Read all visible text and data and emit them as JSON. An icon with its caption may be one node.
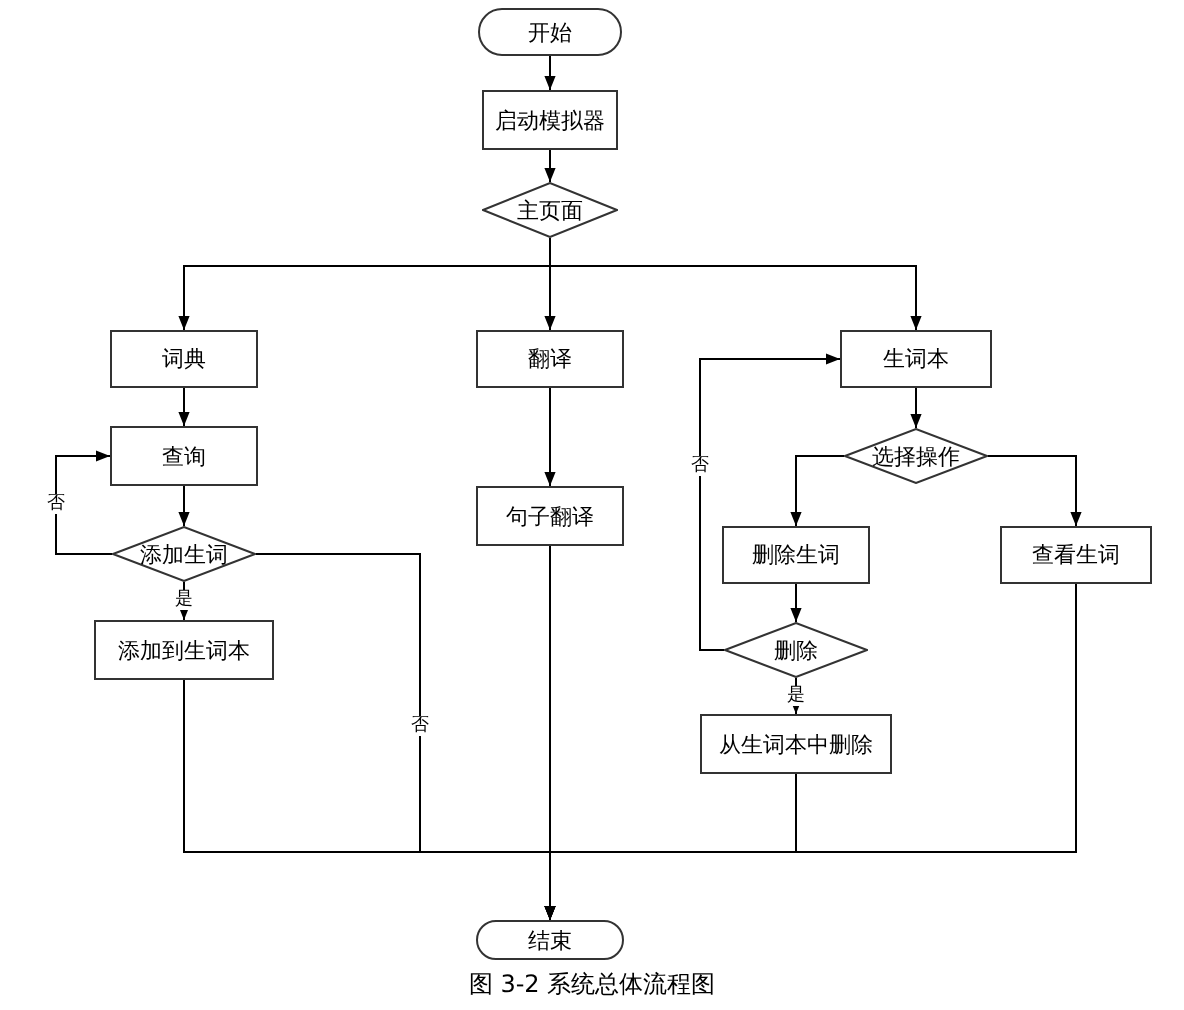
{
  "diagram": {
    "caption": "图 3-2 系统总体流程图",
    "nodes": [
      {
        "text": [
          "开始"
        ]
      },
      {
        "text": [
          "启动模拟器"
        ]
      },
      {
        "text": [
          "主页面"
        ]
      },
      {
        "text": [
          "词典"
        ]
      },
      {
        "text": [
          "翻译"
        ]
      },
      {
        "text": [
          "生词本"
        ]
      },
      {
        "text": [
          "查询"
        ]
      },
      {
        "text": [
          "句子翻译"
        ]
      },
      {
        "text": [
          "选择操作"
        ]
      },
      {
        "text": [
          "添加生词"
        ]
      },
      {
        "text": [
          "删除生词"
        ]
      },
      {
        "text": [
          "查看生词"
        ]
      },
      {
        "text": [
          "删除"
        ]
      },
      {
        "text": [
          "添加到生词本"
        ]
      },
      {
        "text": [
          "从生词本中删除"
        ]
      },
      {
        "text": [
          "结束"
        ]
      }
    ],
    "edges": [
      {
        "from": 0,
        "to": 1,
        "arrow": "to"
      },
      {
        "from": 1,
        "to": 2,
        "arrow": "to"
      },
      {
        "from": 2,
        "to": 3,
        "arrow": "to"
      },
      {
        "from": 2,
        "to": 4,
        "arrow": "to"
      },
      {
        "from": 2,
        "to": 5,
        "arrow": "to"
      },
      {
        "from": 3,
        "to": 6,
        "arrow": "to"
      },
      {
        "from": 6,
        "to": 9,
        "arrow": "to"
      },
      {
        "from": 9,
        "to": 6,
        "arrow": "to",
        "label": "否"
      },
      {
        "from": 9,
        "to": 13,
        "arrow": "to",
        "label": "是"
      },
      {
        "from": 9,
        "to": 15,
        "arrow": "to",
        "label": "否"
      },
      {
        "from": 4,
        "to": 7,
        "arrow": "to"
      },
      {
        "from": 7,
        "to": 15,
        "arrow": "to"
      },
      {
        "from": 5,
        "to": 8,
        "arrow": "to"
      },
      {
        "from": 8,
        "to": 10,
        "arrow": "to"
      },
      {
        "from": 8,
        "to": 11,
        "arrow": "to"
      },
      {
        "from": 10,
        "to": 12,
        "arrow": "to"
      },
      {
        "from": 12,
        "to": 5,
        "arrow": "to",
        "label": "否"
      },
      {
        "from": 12,
        "to": 14,
        "arrow": "to",
        "label": "是"
      },
      {
        "from": 13,
        "to": 15,
        "arrow": "to"
      },
      {
        "from": 14,
        "to": 15,
        "arrow": "to"
      },
      {
        "from": 11,
        "to": 15,
        "arrow": "to"
      }
    ]
  }
}
